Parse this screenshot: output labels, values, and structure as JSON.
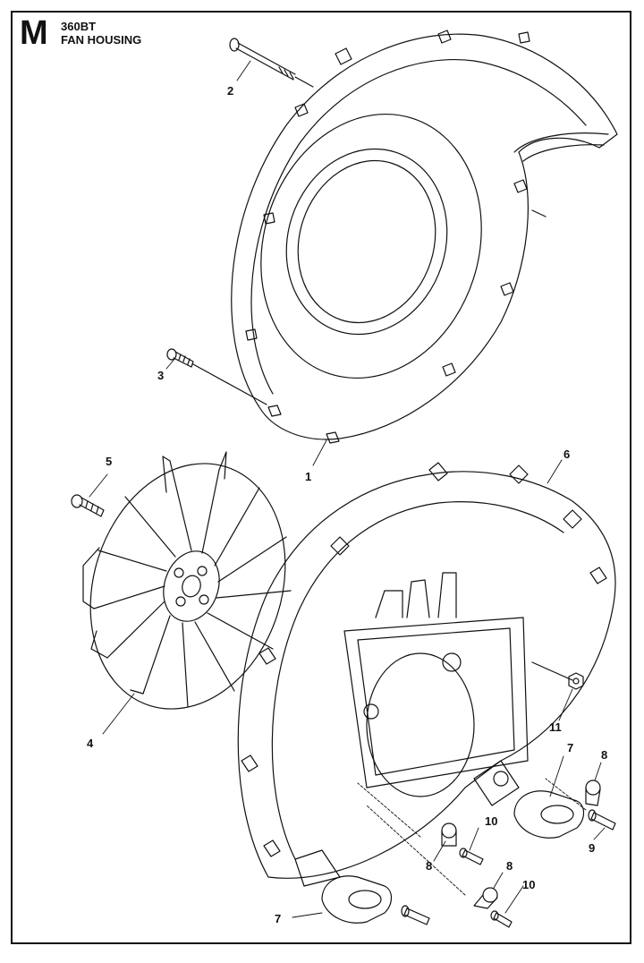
{
  "header": {
    "section_letter": "M",
    "model": "360BT",
    "title": "FAN HOUSING"
  },
  "callouts": {
    "c1": "1",
    "c2": "2",
    "c3": "3",
    "c4": "4",
    "c5": "5",
    "c6": "6",
    "c7a": "7",
    "c7b": "7",
    "c8a": "8",
    "c8b": "8",
    "c8c": "8",
    "c9": "9",
    "c10a": "10",
    "c10b": "10",
    "c11": "11"
  },
  "colors": {
    "line": "#111111",
    "background": "#ffffff"
  }
}
